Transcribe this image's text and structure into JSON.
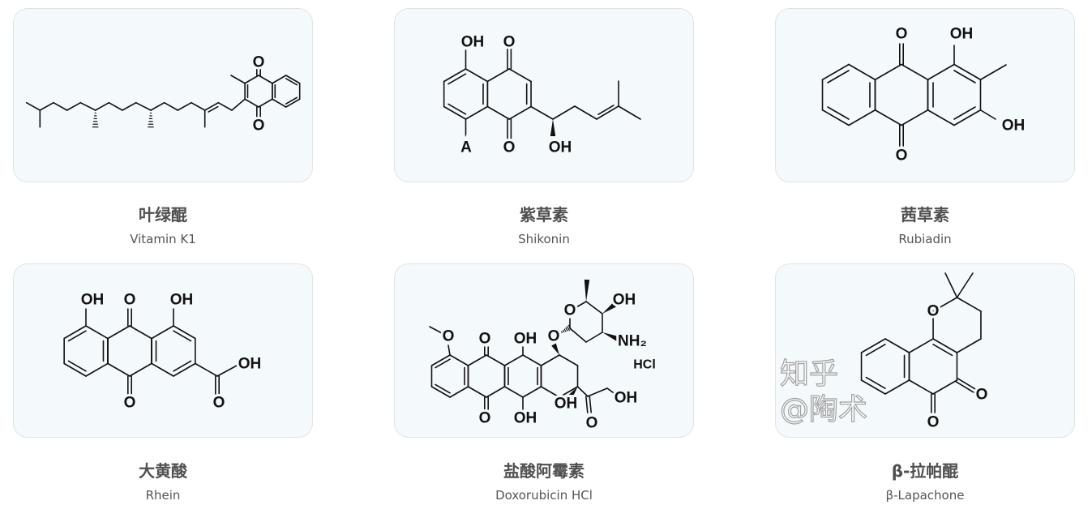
{
  "cards": [
    {
      "title_cn": "叶绿醌",
      "title_en": "Vitamin K1",
      "atoms": [
        "O",
        "O"
      ]
    },
    {
      "title_cn": "紫草素",
      "title_en": "Shikonin",
      "atoms": [
        "OH",
        "O",
        "A",
        "O",
        "OH"
      ]
    },
    {
      "title_cn": "茜草素",
      "title_en": "Rubiadin",
      "atoms": [
        "O",
        "O",
        "OH",
        "OH"
      ]
    },
    {
      "title_cn": "大黄酸",
      "title_en": "Rhein",
      "atoms": [
        "OH",
        "O",
        "OH",
        "O",
        "OH",
        "O"
      ]
    },
    {
      "title_cn": "盐酸阿霉素",
      "title_en": "Doxorubicin HCl",
      "atoms": [
        "O",
        "O",
        "OH",
        "O",
        "OH",
        "O",
        "O",
        "OH",
        "NH₂",
        "OH",
        "O",
        "OH",
        "HCl"
      ]
    },
    {
      "title_cn": "β-拉帕醌",
      "title_en": "β-Lapachone",
      "atoms": [
        "O",
        "O",
        "O"
      ]
    }
  ],
  "watermark": "知乎 @陶术",
  "colors": {
    "card_bg": "#f4f9fc",
    "card_border": "#dde4e8",
    "bond": "#111111",
    "title": "#505050"
  }
}
